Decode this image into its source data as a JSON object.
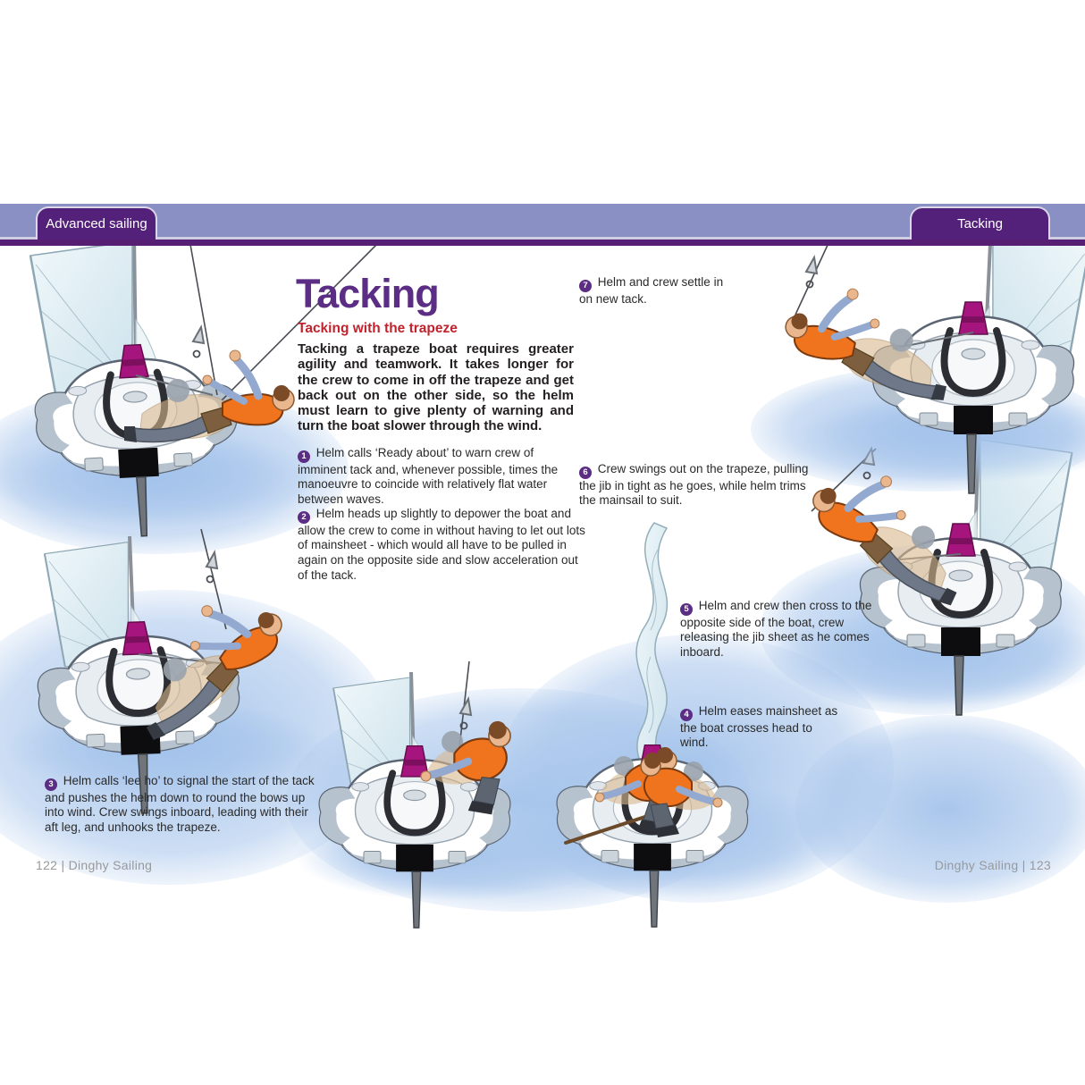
{
  "header": {
    "left_tab": "Advanced sailing",
    "right_tab": "Tacking"
  },
  "article": {
    "title": "Tacking",
    "section_heading": "Tacking with the trapeze",
    "intro": "Tacking a trapeze boat requires greater agility and teamwork. It takes longer for the crew to come in off the trapeze and get back out on the other side, so the helm must learn to give plenty of warning and turn the boat slower through the wind."
  },
  "steps": [
    {
      "num": "1",
      "text": "Helm calls ‘Ready about’ to warn crew of imminent tack and, whenever possible, times the manoeuvre to coincide with relatively flat water between waves."
    },
    {
      "num": "2",
      "text": "Helm heads up slightly to depower the boat and allow the crew to come in without having to let out lots of mainsheet - which would all have to be pulled in again on the opposite side and slow acceleration out of the tack."
    },
    {
      "num": "3",
      "text": "Helm calls ‘lee ho’ to signal the start of the tack and pushes the helm down to round the bows up into wind. Crew swings inboard, leading with their aft leg, and unhooks the trapeze."
    },
    {
      "num": "4",
      "text": "Helm eases mainsheet as the boat crosses head to wind."
    },
    {
      "num": "5",
      "text": "Helm and crew then cross to the opposite side of the boat, crew releasing the jib sheet as he comes inboard."
    },
    {
      "num": "6",
      "text": "Crew swings out on the trapeze, pulling the jib in tight as he goes, while helm trims the mainsail to suit."
    },
    {
      "num": "7",
      "text": "Helm and crew settle in on new tack."
    }
  ],
  "footer": {
    "left_page": "122  |  Dinghy Sailing",
    "right_page": "Dinghy Sailing  |  123"
  },
  "colors": {
    "band": "#8b90c4",
    "tab": "#54217a",
    "title": "#5c2d84",
    "heading_red": "#c0232d",
    "bullet": "#5c2d84",
    "water": "#a4c3eb",
    "vest_orange": "#f0731e",
    "mast_base_magenta": "#a5157d"
  }
}
